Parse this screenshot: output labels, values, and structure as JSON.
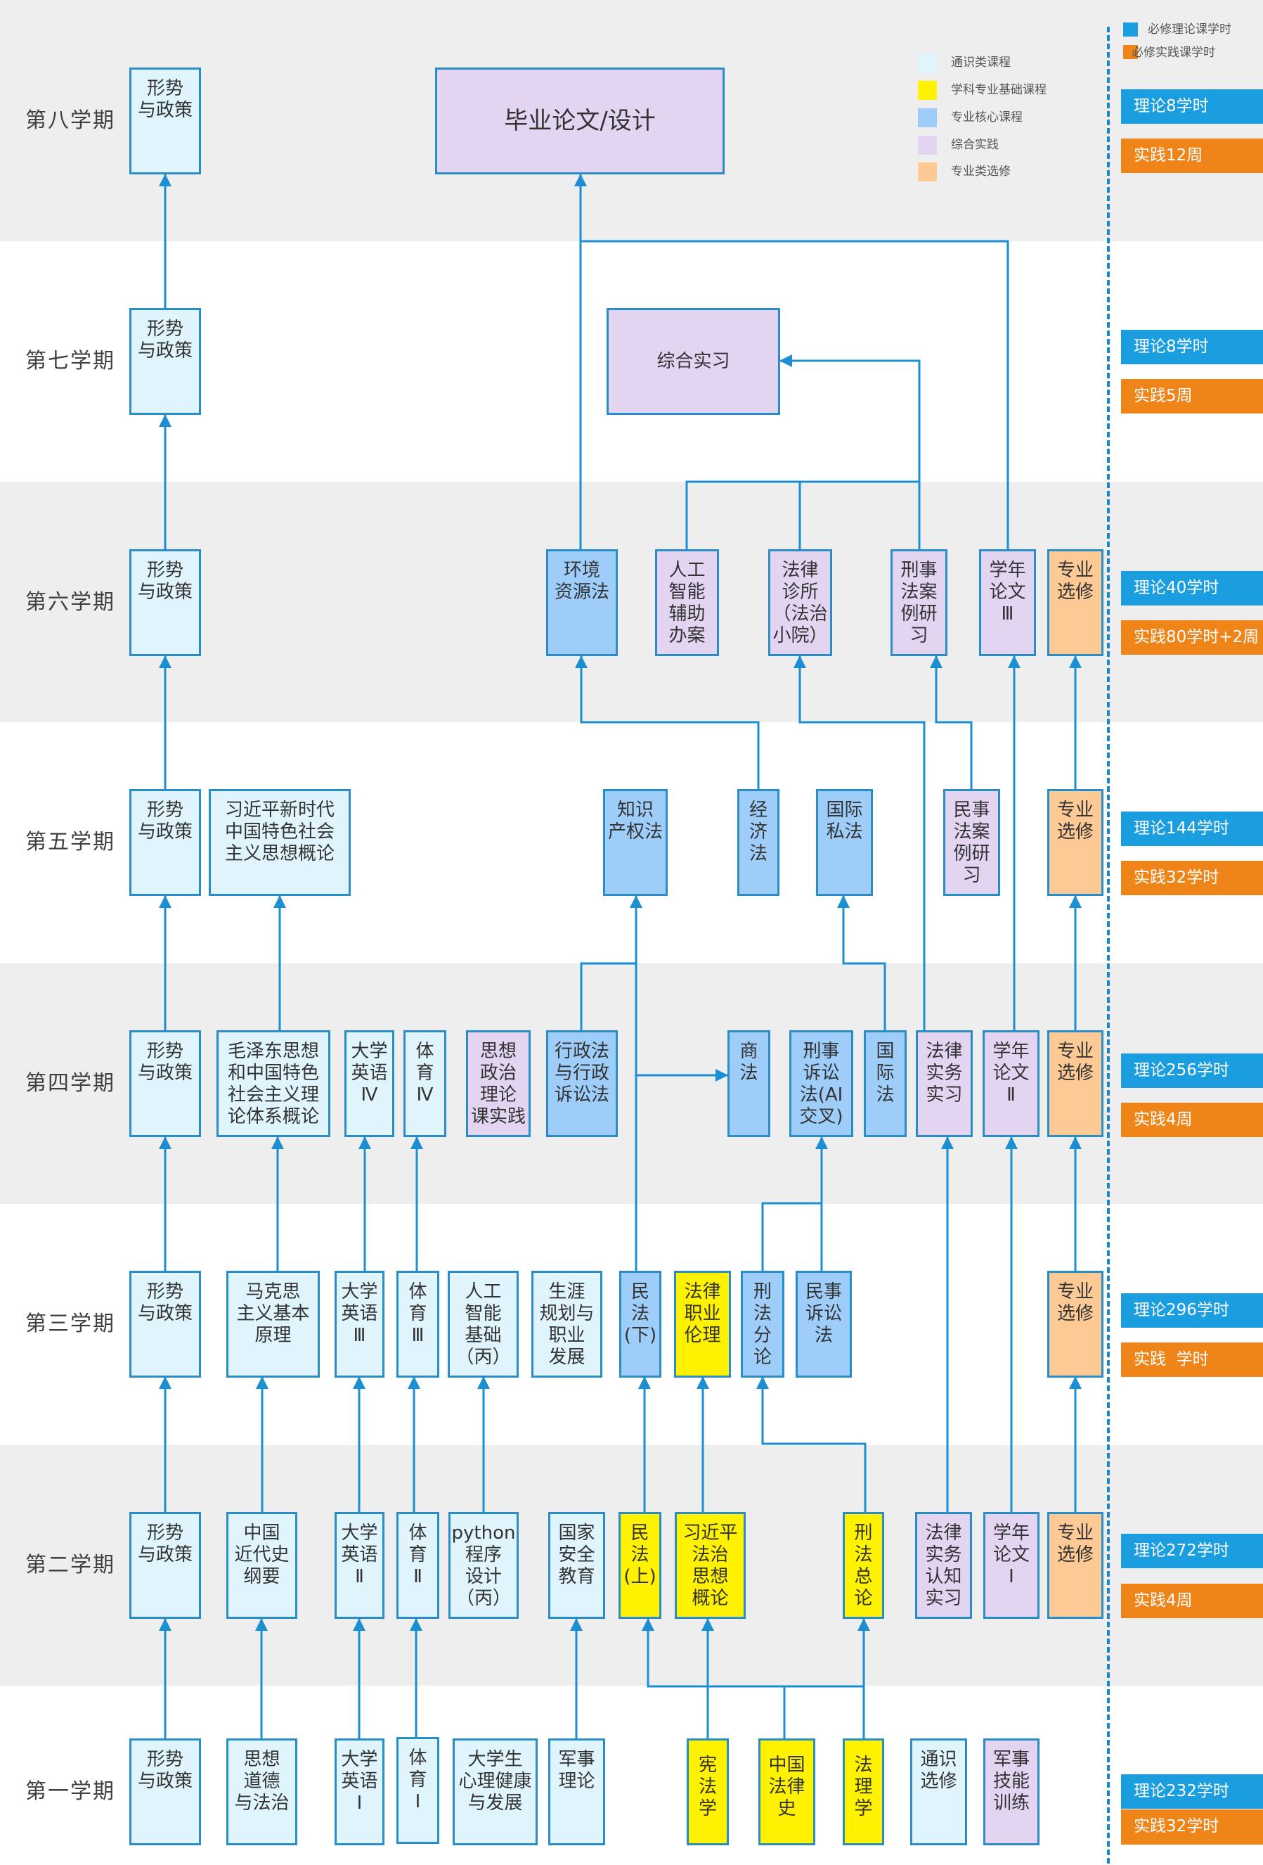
{
  "legend": {
    "categories": [
      {
        "key": "general",
        "label": "通识类课程",
        "color": "#dff4fc"
      },
      {
        "key": "foundation",
        "label": "学科专业基础课程",
        "color": "#fff200"
      },
      {
        "key": "core",
        "label": "专业核心课程",
        "color": "#9dcdf8"
      },
      {
        "key": "practice",
        "label": "综合实践",
        "color": "#e3d4f1"
      },
      {
        "key": "elective",
        "label": "专业类选修",
        "color": "#fdca95"
      }
    ]
  },
  "hours_legend": {
    "theory": {
      "label": "必修理论课学时",
      "color": "#1a9ee0"
    },
    "practice": {
      "label": "必修实践课学时",
      "color": "#ef8419"
    }
  },
  "semesters": {
    "s8": {
      "label": "第八学期",
      "hours": {
        "theory": "理论8学时",
        "practice": "实践12周"
      },
      "courses": [
        {
          "name": "形势\n与政策",
          "category": "general"
        },
        {
          "name": "毕业论文/设计",
          "category": "practice"
        }
      ]
    },
    "s7": {
      "label": "第七学期",
      "hours": {
        "theory": "理论8学时",
        "practice": "实践5周"
      },
      "courses": [
        {
          "name": "形势\n与政策",
          "category": "general"
        },
        {
          "name": "综合实习",
          "category": "practice"
        }
      ]
    },
    "s6": {
      "label": "第六学期",
      "hours": {
        "theory": "理论40学时",
        "practice": "实践80学时+2周"
      },
      "courses": [
        {
          "name": "形势\n与政策",
          "category": "general"
        },
        {
          "name": "环境\n资源法",
          "category": "core"
        },
        {
          "name": "人工\n智能\n辅助\n办案",
          "category": "practice"
        },
        {
          "name": "法律\n诊所\n（法治\n小院）",
          "category": "practice"
        },
        {
          "name": "刑事\n法案\n例研\n习",
          "category": "practice"
        },
        {
          "name": "学年\n论文\nⅢ",
          "category": "practice"
        },
        {
          "name": "专业\n选修",
          "category": "elective"
        }
      ]
    },
    "s5": {
      "label": "第五学期",
      "hours": {
        "theory": "理论144学时",
        "practice": "实践32学时"
      },
      "courses": [
        {
          "name": "形势\n与政策",
          "category": "general"
        },
        {
          "name": "习近平新时代\n中国特色社会\n主义思想概论",
          "category": "general"
        },
        {
          "name": "知识\n产权法",
          "category": "core"
        },
        {
          "name": "经\n济\n法",
          "category": "core"
        },
        {
          "name": "国际\n私法",
          "category": "core"
        },
        {
          "name": "民事\n法案\n例研\n习",
          "category": "practice"
        },
        {
          "name": "专业\n选修",
          "category": "elective"
        }
      ]
    },
    "s4": {
      "label": "第四学期",
      "hours": {
        "theory": "理论256学时",
        "practice": "实践4周"
      },
      "courses": [
        {
          "name": "形势\n与政策",
          "category": "general"
        },
        {
          "name": "毛泽东思想\n和中国特色\n社会主义理\n论体系概论",
          "category": "general"
        },
        {
          "name": "大学\n英语\nⅣ",
          "category": "general"
        },
        {
          "name": "体\n育\nⅣ",
          "category": "general"
        },
        {
          "name": "思想\n政治\n理论\n课实践",
          "category": "practice"
        },
        {
          "name": "行政法\n与行政\n诉讼法",
          "category": "core"
        },
        {
          "name": "商\n法",
          "category": "core"
        },
        {
          "name": "刑事\n诉讼\n法(AI\n交叉)",
          "category": "core"
        },
        {
          "name": "国\n际\n法",
          "category": "core"
        },
        {
          "name": "法律\n实务\n实习",
          "category": "practice"
        },
        {
          "name": "学年\n论文\nⅡ",
          "category": "practice"
        },
        {
          "name": "专业\n选修",
          "category": "elective"
        }
      ]
    },
    "s3": {
      "label": "第三学期",
      "hours": {
        "theory": "理论296学时",
        "practice": "实践  学时"
      },
      "courses": [
        {
          "name": "形势\n与政策",
          "category": "general"
        },
        {
          "name": "马克思\n主义基本\n原理",
          "category": "general"
        },
        {
          "name": "大学\n英语\nⅢ",
          "category": "general"
        },
        {
          "name": "体\n育\nⅢ",
          "category": "general"
        },
        {
          "name": "人工\n智能\n基础\n（丙）",
          "category": "general"
        },
        {
          "name": "生涯\n规划与\n职业\n发展",
          "category": "general"
        },
        {
          "name": "民\n法\n(下)",
          "category": "core"
        },
        {
          "name": "法律\n职业\n伦理",
          "category": "foundation"
        },
        {
          "name": "刑\n法\n分\n论",
          "category": "core"
        },
        {
          "name": "民事\n诉讼\n法",
          "category": "core"
        },
        {
          "name": "专业\n选修",
          "category": "elective"
        }
      ]
    },
    "s2": {
      "label": "第二学期",
      "hours": {
        "theory": "理论272学时",
        "practice": "实践4周"
      },
      "courses": [
        {
          "name": "形势\n与政策",
          "category": "general"
        },
        {
          "name": "中国\n近代史\n纲要",
          "category": "general"
        },
        {
          "name": "大学\n英语\nⅡ",
          "category": "general"
        },
        {
          "name": "体\n育\nⅡ",
          "category": "general"
        },
        {
          "name": "python\n程序\n设计\n（丙）",
          "category": "general"
        },
        {
          "name": "国家\n安全\n教育",
          "category": "general"
        },
        {
          "name": "民\n法\n(上)",
          "category": "foundation"
        },
        {
          "name": "习近平\n法治\n思想\n概论",
          "category": "foundation"
        },
        {
          "name": "刑\n法\n总\n论",
          "category": "foundation"
        },
        {
          "name": "法律\n实务\n认知\n实习",
          "category": "practice"
        },
        {
          "name": "学年\n论文\nⅠ",
          "category": "practice"
        },
        {
          "name": "专业\n选修",
          "category": "elective"
        }
      ]
    },
    "s1": {
      "label": "第一学期",
      "hours": {
        "theory": "理论232学时",
        "practice": "实践32学时"
      },
      "courses": [
        {
          "name": "形势\n与政策",
          "category": "general"
        },
        {
          "name": "思想\n道德\n与法治",
          "category": "general"
        },
        {
          "name": "大学\n英语\nⅠ",
          "category": "general"
        },
        {
          "name": "体\n育\nⅠ",
          "category": "general"
        },
        {
          "name": "大学生\n心理健康\n与发展",
          "category": "general"
        },
        {
          "name": "军事\n理论",
          "category": "general"
        },
        {
          "name": "宪\n法\n学",
          "category": "foundation"
        },
        {
          "name": "中国\n法律\n史",
          "category": "foundation"
        },
        {
          "name": "法\n理\n学",
          "category": "foundation"
        },
        {
          "name": "通识\n选修",
          "category": "general"
        },
        {
          "name": "军事\n技能\n训练",
          "category": "practice"
        }
      ]
    }
  },
  "connections": [
    {
      "from": "s1.0",
      "to": "s2.0"
    },
    {
      "from": "s2.0",
      "to": "s3.0"
    },
    {
      "from": "s3.0",
      "to": "s4.0"
    },
    {
      "from": "s4.0",
      "to": "s5.0"
    },
    {
      "from": "s5.0",
      "to": "s6.0"
    },
    {
      "from": "s6.0",
      "to": "s7.0"
    },
    {
      "from": "s7.0",
      "to": "s8.0"
    },
    {
      "from": "s1.1",
      "to": "s2.1"
    },
    {
      "from": "s2.1",
      "to": "s3.1"
    },
    {
      "from": "s3.1",
      "to": "s4.1"
    },
    {
      "from": "s4.1",
      "to": "s5.1"
    },
    {
      "from": "s1.2",
      "to": "s2.2"
    },
    {
      "from": "s2.2",
      "to": "s3.2"
    },
    {
      "from": "s3.2",
      "to": "s4.2"
    },
    {
      "from": "s1.3",
      "to": "s2.3"
    },
    {
      "from": "s2.3",
      "to": "s3.3"
    },
    {
      "from": "s3.3",
      "to": "s4.3"
    },
    {
      "from": "s2.4",
      "to": "s3.4"
    },
    {
      "from": "s1.5",
      "to": "s2.5"
    },
    {
      "from": "s1.6",
      "to": "s2.7"
    },
    {
      "from": "s1.7",
      "to": "s2.6"
    },
    {
      "from": "s1.7",
      "to": "s2.8"
    },
    {
      "from": "s1.8",
      "to": "s2.8"
    },
    {
      "from": "s2.6",
      "to": "s3.6"
    },
    {
      "from": "s2.7",
      "to": "s3.7"
    },
    {
      "from": "s2.8",
      "to": "s3.8"
    },
    {
      "from": "s2.9",
      "to": "s4.9"
    },
    {
      "from": "s2.10",
      "to": "s4.10"
    },
    {
      "from": "s2.11",
      "to": "s3.10"
    },
    {
      "from": "s3.10",
      "to": "s4.11"
    },
    {
      "from": "s4.11",
      "to": "s5.6"
    },
    {
      "from": "s5.6",
      "to": "s6.6"
    },
    {
      "from": "s3.6",
      "to": "s4.6"
    },
    {
      "from": "s3.6",
      "to": "s5.2"
    },
    {
      "from": "s3.8",
      "to": "s4.7"
    },
    {
      "from": "s3.9",
      "to": "s4.7"
    },
    {
      "from": "s4.5",
      "to": "s5.2"
    },
    {
      "from": "s4.8",
      "to": "s5.4"
    },
    {
      "from": "s4.9",
      "to": "s6.3"
    },
    {
      "from": "s4.10",
      "to": "s6.5"
    },
    {
      "from": "s5.3",
      "to": "s6.1"
    },
    {
      "from": "s5.5",
      "to": "s6.4"
    },
    {
      "from": "s6.2",
      "to": "s7.1"
    },
    {
      "from": "s6.3",
      "to": "s7.1"
    },
    {
      "from": "s6.4",
      "to": "s7.1"
    },
    {
      "from": "s6.1",
      "to": "s8.1"
    },
    {
      "from": "s6.5",
      "to": "s8.1"
    }
  ]
}
